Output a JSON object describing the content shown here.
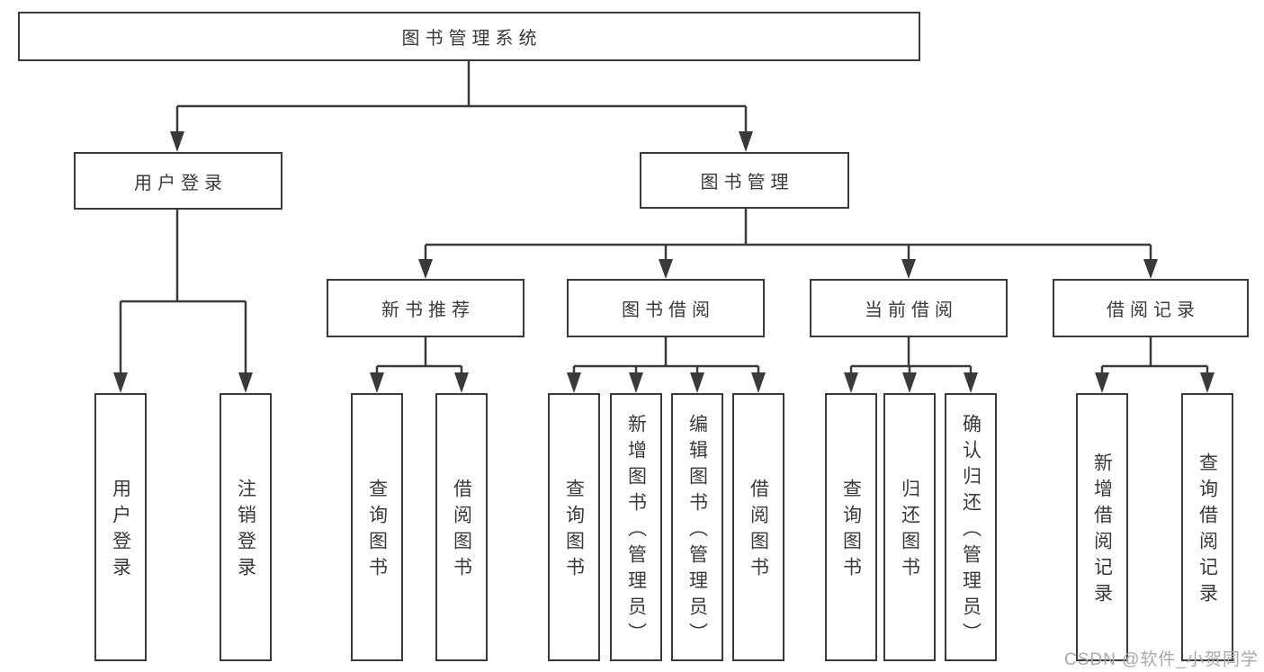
{
  "diagram": {
    "title": "图书管理系统",
    "branches": {
      "user_login": "用户登录",
      "book_management": "图书管理"
    },
    "modules": [
      "新书推荐",
      "图书借阅",
      "当前借阅",
      "借阅记录"
    ],
    "leaves": {
      "user_login": [
        "用户登录",
        "注销登录"
      ],
      "new_book_rec": [
        "查询图书",
        "借阅图书"
      ],
      "book_borrow": [
        "查询图书",
        "新增图书（管理员）",
        "编辑图书（管理员）",
        "借阅图书"
      ],
      "current_borrow": [
        "查询图书",
        "归还图书",
        "确认归还（管理员）"
      ],
      "borrow_records": [
        "新增借阅记录",
        "查询借阅记录"
      ]
    },
    "watermark": "CSDN @软件_小贺同学",
    "colors": {
      "line": "#3a3a3a",
      "text": "#3a3a3a",
      "box_background": "#ffffff",
      "watermark": "#a8a8a8"
    }
  }
}
